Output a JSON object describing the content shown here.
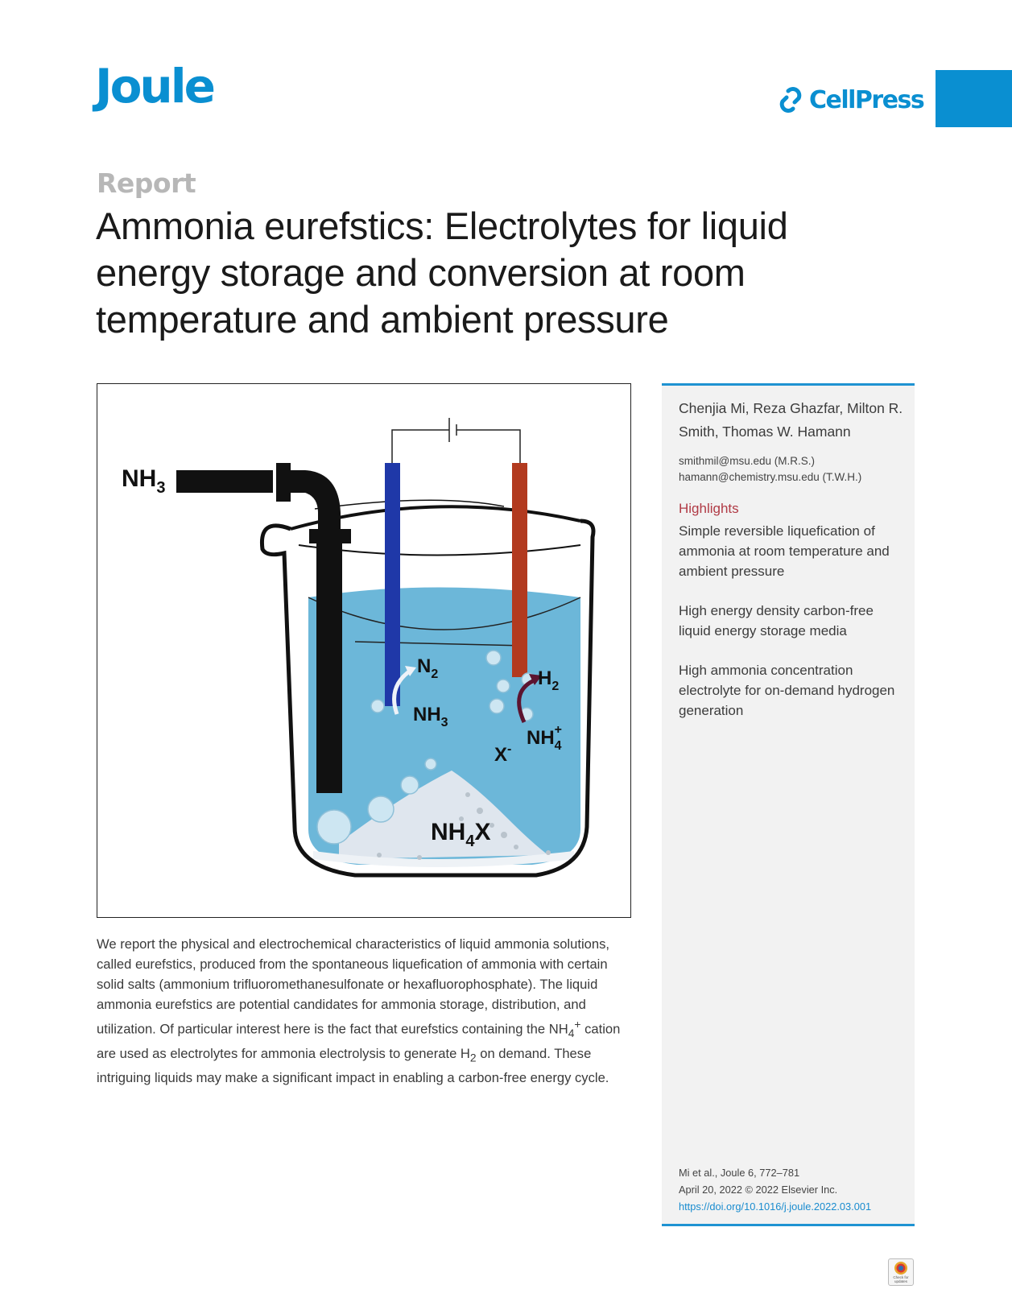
{
  "header": {
    "journal": "Joule",
    "publisher": "CellPress"
  },
  "article": {
    "type": "Report",
    "title": "Ammonia eurefstics: Electrolytes for liquid energy storage and conversion at room temperature and ambient pressure"
  },
  "figure": {
    "labels": {
      "nh3_inlet": "NH",
      "nh3_inlet_sub": "3",
      "n2": "N",
      "n2_sub": "2",
      "nh3": "NH",
      "nh3_sub": "3",
      "h2": "H",
      "h2_sub": "2",
      "nh4": "NH",
      "nh4_sub": "4",
      "nh4_sup": "+",
      "x_ion": "X",
      "x_sup": "-",
      "salt": "NH",
      "salt_sub": "4",
      "salt_x": "X"
    },
    "colors": {
      "solution": "#6cb7d9",
      "anode": "#1f38a8",
      "cathode": "#b23a1f",
      "tube": "#111111",
      "salt": "#dfe6ee"
    }
  },
  "abstract": {
    "part1": "We report the physical and electrochemical characteristics of liquid ammonia solutions, called eurefstics, produced from the spontaneous liquefication of ammonia with certain solid salts (ammonium trifluoromethanesulfonate or hexafluorophosphate). The liquid ammonia eurefstics are potential candidates for ammonia storage, distribution, and utilization. Of particular interest here is the fact that eurefstics containing the NH",
    "sub1": "4",
    "sup1": "+",
    "part2": " cation are used as electrolytes for ammonia electrolysis to generate H",
    "sub2": "2",
    "part3": " on demand. These intriguing liquids may make a significant impact in enabling a carbon-free energy cycle."
  },
  "sidebar": {
    "authors": "Chenjia Mi, Reza Ghazfar, Milton R. Smith, Thomas W. Hamann",
    "emails": [
      "smithmil@msu.edu (M.R.S.)",
      "hamann@chemistry.msu.edu (T.W.H.)"
    ],
    "highlights_heading": "Highlights",
    "highlights": [
      "Simple reversible liquefication of ammonia at room temperature and ambient pressure",
      "High energy density carbon-free liquid energy storage media",
      "High ammonia concentration electrolyte for on-demand hydrogen generation"
    ],
    "citation": {
      "line1": "Mi et al., Joule 6, 772–781",
      "line2": "April 20, 2022 © 2022 Elsevier Inc.",
      "doi": "https://doi.org/10.1016/j.joule.2022.03.001"
    }
  },
  "badge": {
    "label": "Check for updates"
  },
  "theme": {
    "accent": "#0a8fd1",
    "highlight_heading": "#b03a45",
    "sidebar_bg": "#f2f2f2"
  }
}
